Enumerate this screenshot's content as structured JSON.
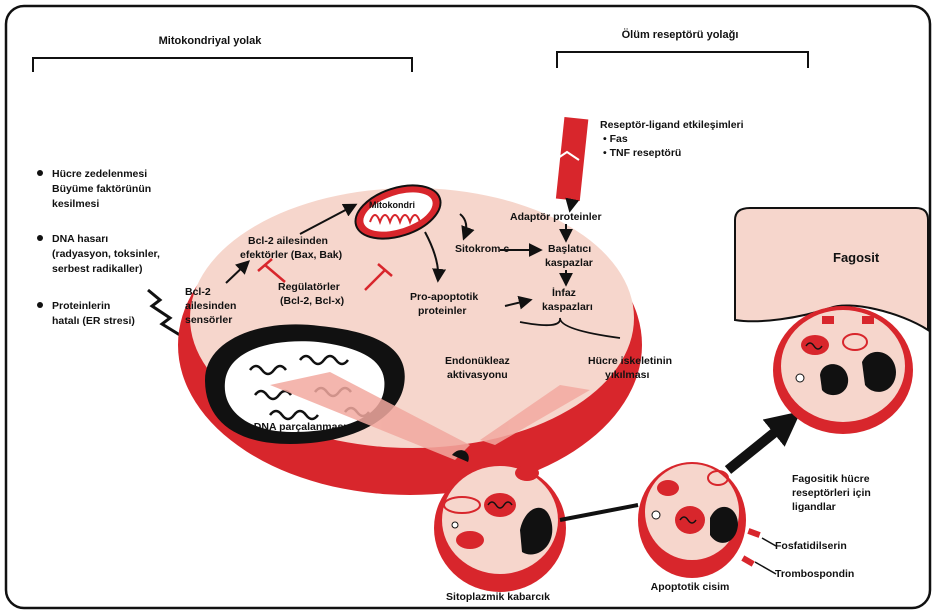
{
  "headers": {
    "mito_path": "Mitokondriyal yolak",
    "death_path": "Ölüm reseptörü yolağı"
  },
  "receptor": {
    "title": "Reseptör-ligand etkileşimleri",
    "items": [
      "• Fas",
      "• TNF reseptörü"
    ]
  },
  "causes": {
    "item1": [
      "Hücre zedelenmesi",
      "Büyüme faktörünün",
      "kesilmesi"
    ],
    "item2": [
      "DNA hasarı",
      "(radyasyon, toksinler,",
      "serbest radikaller)"
    ],
    "item3": [
      "Proteinlerin",
      "hatalı (ER stresi)"
    ]
  },
  "cell": {
    "mitochondrion": "Mitokondri",
    "effectors": [
      "Bcl-2 ailesinden",
      "efektörler (Bax, Bak)"
    ],
    "sensors": [
      "Bcl-2",
      "ailesinden",
      "sensörler"
    ],
    "regulators": [
      "Regülatörler",
      "(Bcl-2, Bcl-x)"
    ],
    "cytochrome": "Sitokrom c",
    "proapoptotic": [
      "Pro-apoptotik",
      "proteinler"
    ],
    "adapter": "Adaptör proteinler",
    "initiator": [
      "Başlatıcı",
      "kaspazlar"
    ],
    "executioner": [
      "İnfaz",
      "kaspazları"
    ],
    "endonuclease": [
      "Endonükleaz",
      "aktivasyonu"
    ],
    "cytoskeleton": [
      "Hücre iskeletinin",
      "yıkılması"
    ],
    "dna_frag": "DNA parçalanması"
  },
  "phagocyte": {
    "label": "Fagosit",
    "ligand_note": [
      "Fagositik hücre",
      "reseptörleri için",
      "ligandlar"
    ],
    "phosphatidylserine": "Fosfatidilserin",
    "thrombospondin": "Trombospondin"
  },
  "bottom": {
    "bleb": "Sitoplazmik kabarcık",
    "apoptotic_body": "Apoptotik cisim"
  },
  "colors": {
    "red": "#d8262c",
    "pink": "#f6d6cc",
    "dark": "#111111"
  }
}
